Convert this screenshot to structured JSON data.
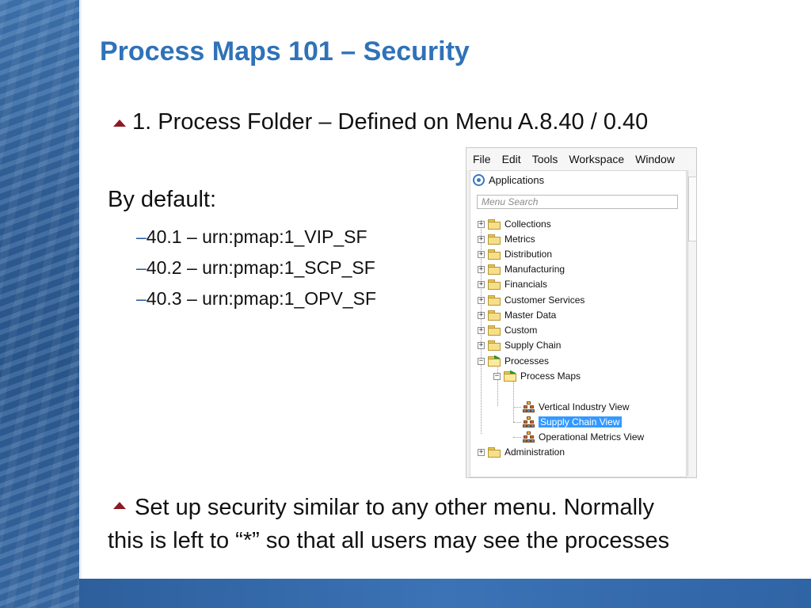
{
  "slide": {
    "title": "Process Maps 101 – Security",
    "bullet1": "1.  Process Folder – Defined on Menu A.8.40 / 0.40",
    "default_label": "By default:",
    "sub_items": [
      "40.1 – urn:pmap:1_VIP_SF",
      "40.2 – urn:pmap:1_SCP_SF",
      "40.3 – urn:pmap:1_OPV_SF"
    ],
    "sub_dash": "–",
    "bullet2_line1": "Set up security similar to any other menu.  Normally",
    "bullet2_line2": "this is left to “*” so that all users may see the processes"
  },
  "app": {
    "menu": [
      "File",
      "Edit",
      "Tools",
      "Workspace",
      "Window"
    ],
    "panel_title": "Applications",
    "search_placeholder": "Menu Search",
    "tree": [
      {
        "label": "Collections",
        "expander": "+",
        "icon": "folder-icon"
      },
      {
        "label": "Metrics",
        "expander": "+",
        "icon": "folder-icon"
      },
      {
        "label": "Distribution",
        "expander": "+",
        "icon": "folder-icon"
      },
      {
        "label": "Manufacturing",
        "expander": "+",
        "icon": "folder-icon"
      },
      {
        "label": "Financials",
        "expander": "+",
        "icon": "folder-icon"
      },
      {
        "label": "Customer Services",
        "expander": "+",
        "icon": "folder-icon"
      },
      {
        "label": "Master Data",
        "expander": "+",
        "icon": "folder-icon"
      },
      {
        "label": "Custom",
        "expander": "+",
        "icon": "folder-icon"
      },
      {
        "label": "Supply Chain",
        "expander": "+",
        "icon": "folder-icon"
      },
      {
        "label": "Processes",
        "expander": "−",
        "icon": "open-folder-icon"
      },
      {
        "label": "Process Maps",
        "expander": "−",
        "icon": "open-folder-icon"
      },
      {
        "label": "Vertical Industry View",
        "icon": "process-map-icon"
      },
      {
        "label": "Supply Chain View",
        "icon": "process-map-icon",
        "selected": true
      },
      {
        "label": "Operational Metrics View",
        "icon": "process-map-icon"
      },
      {
        "label": "Administration",
        "expander": "+",
        "icon": "folder-icon"
      }
    ]
  },
  "colors": {
    "title": "#2f72b8",
    "bullet_marker": "#8b1a24",
    "selection": "#3399ff",
    "band": "#3b73b6"
  }
}
